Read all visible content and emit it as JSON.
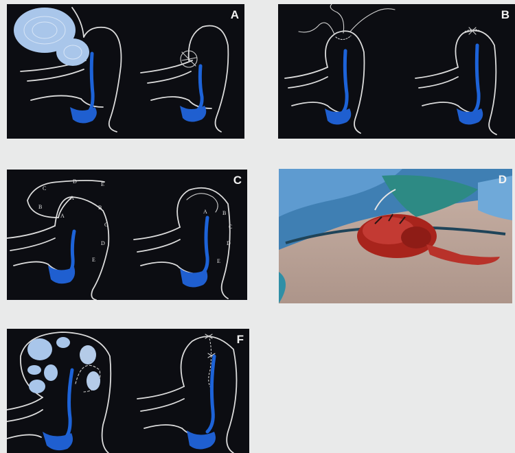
{
  "panels": {
    "a": {
      "label": "A"
    },
    "b": {
      "label": "B"
    },
    "c": {
      "label": "C",
      "letters_left": [
        "C",
        "D",
        "E",
        "B",
        "A",
        "A",
        "B",
        "C",
        "D",
        "E"
      ],
      "letters_right": [
        "A",
        "B",
        "C",
        "D",
        "E"
      ]
    },
    "d": {
      "label": "D"
    },
    "f": {
      "label": "F"
    }
  },
  "colors": {
    "panel_background": "#0c0d12",
    "page_background": "#e9eaea",
    "line_white": "#dcdcdc",
    "cavity_blue": "#1d63d8",
    "fibroid_pale_blue": "#a9c6ea",
    "tissue_red": "#a8241c"
  }
}
